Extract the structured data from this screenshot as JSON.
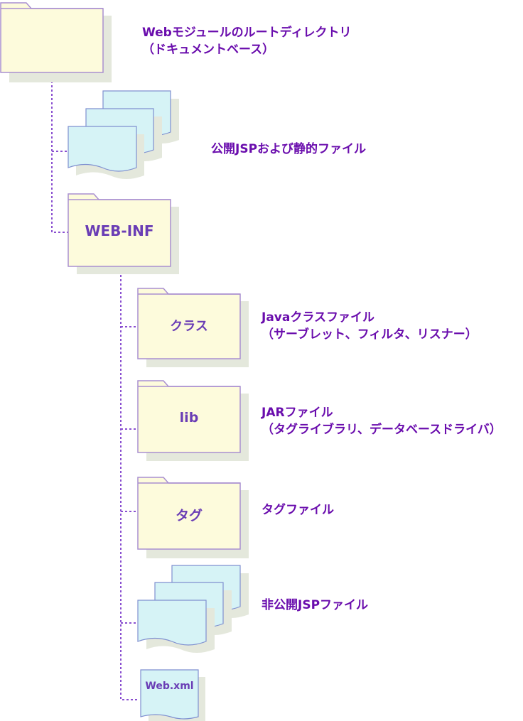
{
  "colors": {
    "folder_fill": "#fdfbdc",
    "folder_stroke": "#a98fd0",
    "file_fill": "#d6f3f6",
    "file_stroke": "#7f90d0",
    "shadow": "#e4e8dc",
    "connector": "#8a4fd0",
    "label_text": "#6a0dad",
    "inner_text": "#6a3db5"
  },
  "nodes": {
    "root": {
      "line1": "Webモジュールのルートディレクトリ",
      "line2": "（ドキュメントベース）",
      "icon": "folder-icon"
    },
    "public_jsp": {
      "line1": "公開JSPおよび静的ファイル",
      "icon": "file-stack-icon"
    },
    "web_inf": {
      "name": "WEB-INF",
      "icon": "folder-icon"
    },
    "classes": {
      "name": "クラス",
      "line1": "Javaクラスファイル",
      "line2": "（サーブレット、フィルタ、リスナー）",
      "icon": "folder-icon"
    },
    "lib": {
      "name": "lib",
      "line1": "JARファイル",
      "line2": "（タグライブラリ、データベースドライバ）",
      "icon": "folder-icon"
    },
    "tags": {
      "name": "タグ",
      "line1": "タグファイル",
      "icon": "folder-icon"
    },
    "private_jsp": {
      "line1": "非公開JSPファイル",
      "icon": "file-stack-icon"
    },
    "web_xml": {
      "name": "Web.xml",
      "icon": "document-icon"
    }
  }
}
